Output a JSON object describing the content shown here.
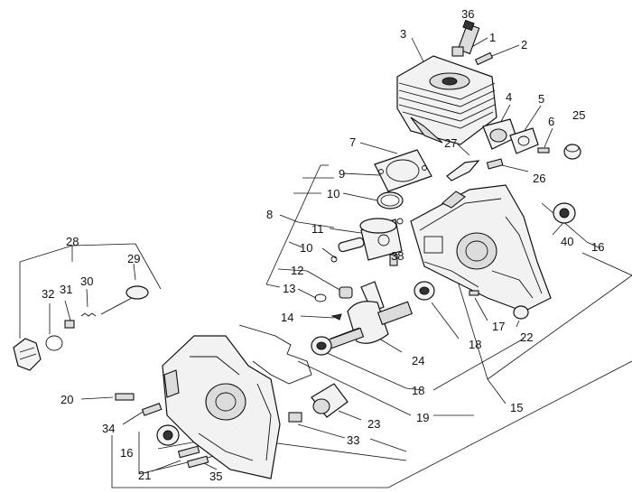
{
  "labels": {
    "l36": "36",
    "l1": "1",
    "l2": "2",
    "l3": "3",
    "l4": "4",
    "l5": "5",
    "l6": "6",
    "l25": "25",
    "l7": "7",
    "l27": "27",
    "l9": "9",
    "l26": "26",
    "l10a": "10",
    "l8": "8",
    "l11": "11",
    "l10b": "10",
    "l40": "40",
    "l16a": "16",
    "l38": "38",
    "l12": "12",
    "l13": "13",
    "l14": "14",
    "l17": "17",
    "l22": "22",
    "l18a": "18",
    "l24": "24",
    "l28": "28",
    "l29": "29",
    "l30": "30",
    "l31": "31",
    "l32": "32",
    "l20": "20",
    "l18b": "18",
    "l15": "15",
    "l19": "19",
    "l23": "23",
    "l34": "34",
    "l33": "33",
    "l16b": "16",
    "l21": "21",
    "l35": "35"
  }
}
